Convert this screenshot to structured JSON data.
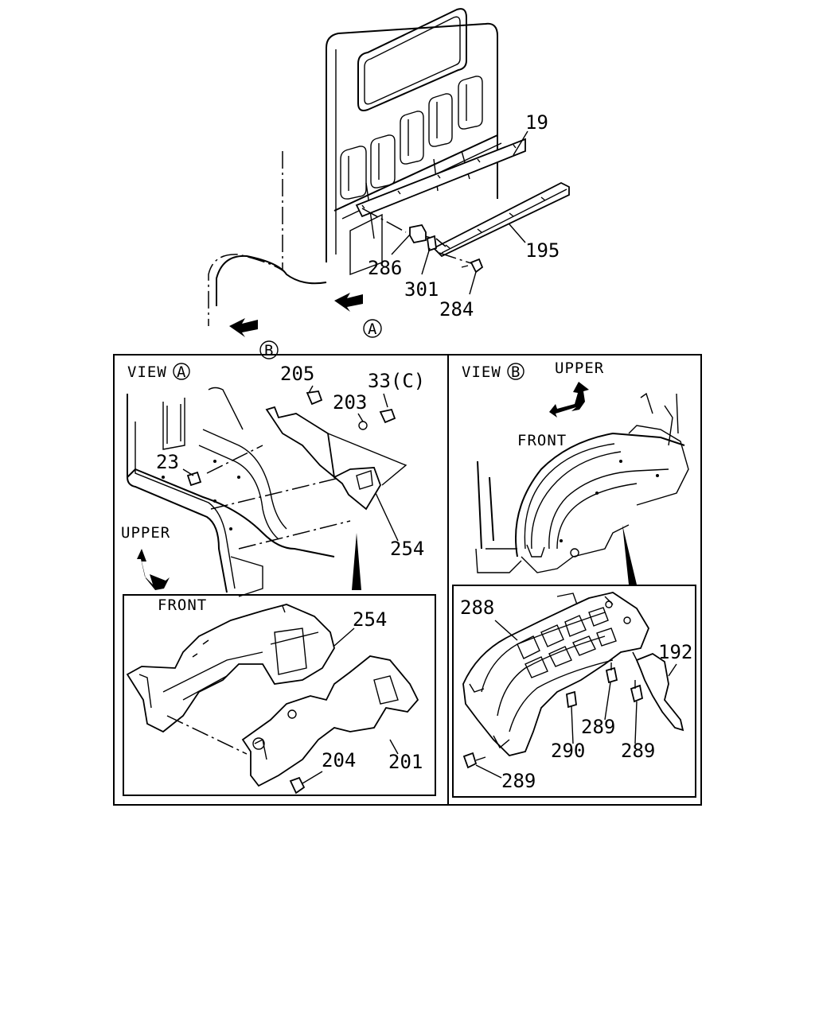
{
  "top_diagram": {
    "callouts": [
      "19",
      "195",
      "286",
      "301",
      "284"
    ],
    "view_markers": [
      "A",
      "B"
    ]
  },
  "view_a": {
    "title": "VIEW",
    "marker": "A",
    "orientation": {
      "upper": "UPPER",
      "front": "FRONT"
    },
    "callouts": [
      "205",
      "33(C)",
      "203",
      "23",
      "254"
    ],
    "inset_callouts": [
      "254",
      "201",
      "204"
    ]
  },
  "view_b": {
    "title": "VIEW",
    "marker": "B",
    "orientation": {
      "upper": "UPPER",
      "front": "FRONT"
    },
    "inset_callouts": [
      "288",
      "192",
      "289",
      "290",
      "289",
      "289"
    ]
  },
  "colors": {
    "line": "#000000",
    "background": "#ffffff"
  }
}
